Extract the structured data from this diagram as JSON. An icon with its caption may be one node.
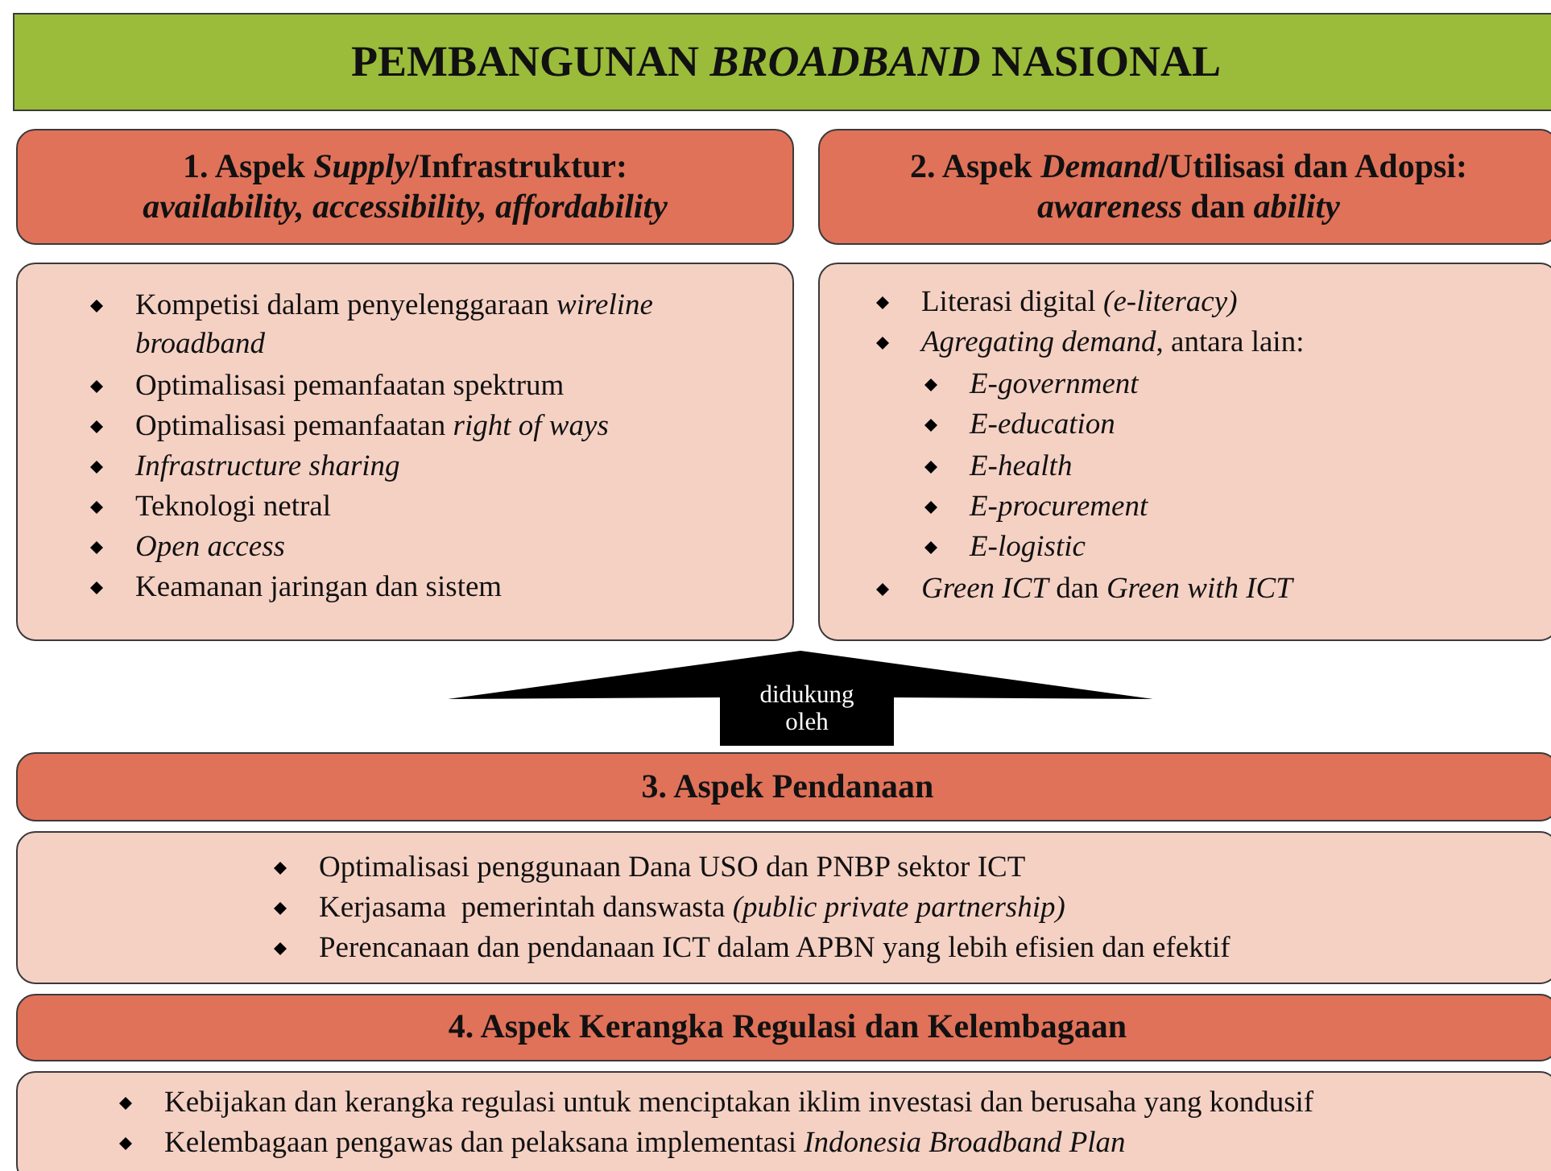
{
  "diagram": {
    "nodes": [
      {
        "text": [
          "PEMBANGUNAN *BROADBAND* NASIONAL"
        ]
      },
      {
        "text": [
          "1. Aspek *Supply*/Infrastruktur:",
          "availability, accessibility, affordability"
        ]
      },
      {
        "text": [
          "Kompetisi dalam penyelenggaraan *wireline broadband*",
          "Optimalisasi pemanfaatan spektrum",
          "Optimalisasi pemanfaatan *right of ways*",
          "Infrastructure sharing",
          "Teknologi netral",
          "Open access",
          "Keamanan jaringan dan sistem"
        ]
      },
      {
        "text": [
          "2. Aspek *Demand*/Utilisasi dan Adopsi:",
          "*awareness* dan *ability*"
        ]
      },
      {
        "text": [
          "Literasi digital *(e-literacy)*",
          "*Agregating demand*, antara lain:",
          "E-government",
          "E-education",
          "E-health",
          "E-procurement",
          "E-logistic",
          "*Green ICT* dan *Green with ICT*"
        ]
      },
      {
        "text": [
          "didukung oleh"
        ]
      },
      {
        "text": [
          "3. Aspek Pendanaan"
        ]
      },
      {
        "text": [
          "Optimalisasi penggunaan Dana USO dan PNBP sektor ICT",
          "Kerjasama  pemerintah danswasta *(public private partnership)*",
          "Perencanaan dan pendanaan ICT dalam APBN yang lebih efisien dan efektif"
        ]
      },
      {
        "text": [
          "4. Aspek Kerangka Regulasi dan Kelembagaan"
        ]
      },
      {
        "text": [
          "Kebijakan dan kerangka regulasi untuk menciptakan iklim investasi dan berusaha yang kondusif",
          "Kelembagaan pengawas dan pelaksana implementasi *Indonesia Broadband Plan*"
        ]
      }
    ]
  }
}
